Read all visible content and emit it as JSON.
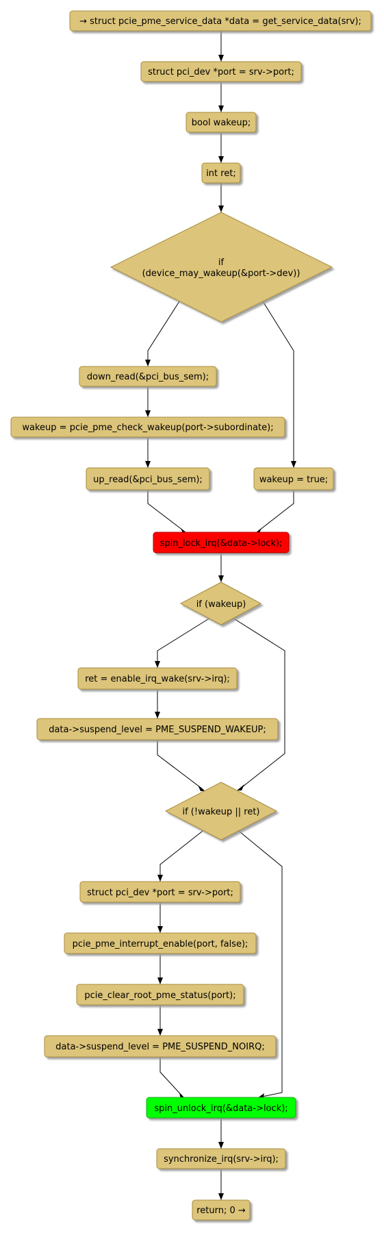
{
  "colors": {
    "node_fill": "#dcc47a",
    "node_stroke": "#a88d3d",
    "shadow": "#9a9a9a",
    "lock_fill": "#ff0000",
    "lock_stroke": "#a80000",
    "unlock_fill": "#00ff00",
    "unlock_stroke": "#28a028",
    "edge": "#000000"
  },
  "nodes": {
    "start": "→ struct pcie_pme_service_data *data = get_service_data(srv);",
    "port_decl": "struct pci_dev *port = srv->port;",
    "wakeup_decl": "bool wakeup;",
    "ret_decl": "int ret;",
    "if_may_wakeup_line1": "if",
    "if_may_wakeup_line2": "(device_may_wakeup(&port->dev))",
    "down_read": "down_read(&pci_bus_sem);",
    "check_wakeup": "wakeup = pcie_pme_check_wakeup(port->subordinate);",
    "up_read": "up_read(&pci_bus_sem);",
    "wakeup_true": "wakeup = true;",
    "spin_lock": "spin_lock_irq(&data->lock);",
    "if_wakeup": "if (wakeup)",
    "enable_irq_wake": "ret = enable_irq_wake(srv->irq);",
    "suspend_wakeup": "data->suspend_level = PME_SUSPEND_WAKEUP;",
    "if_not_wakeup_or_ret": "if (!wakeup || ret)",
    "port_decl_2": "struct pci_dev *port = srv->port;",
    "interrupt_enable": "pcie_pme_interrupt_enable(port, false);",
    "clear_status": "pcie_clear_root_pme_status(port);",
    "suspend_noirq": "data->suspend_level = PME_SUSPEND_NOIRQ;",
    "spin_unlock": "spin_unlock_irq(&data->lock);",
    "sync_irq": "synchronize_irq(srv->irq);",
    "return": "return; 0 →"
  }
}
